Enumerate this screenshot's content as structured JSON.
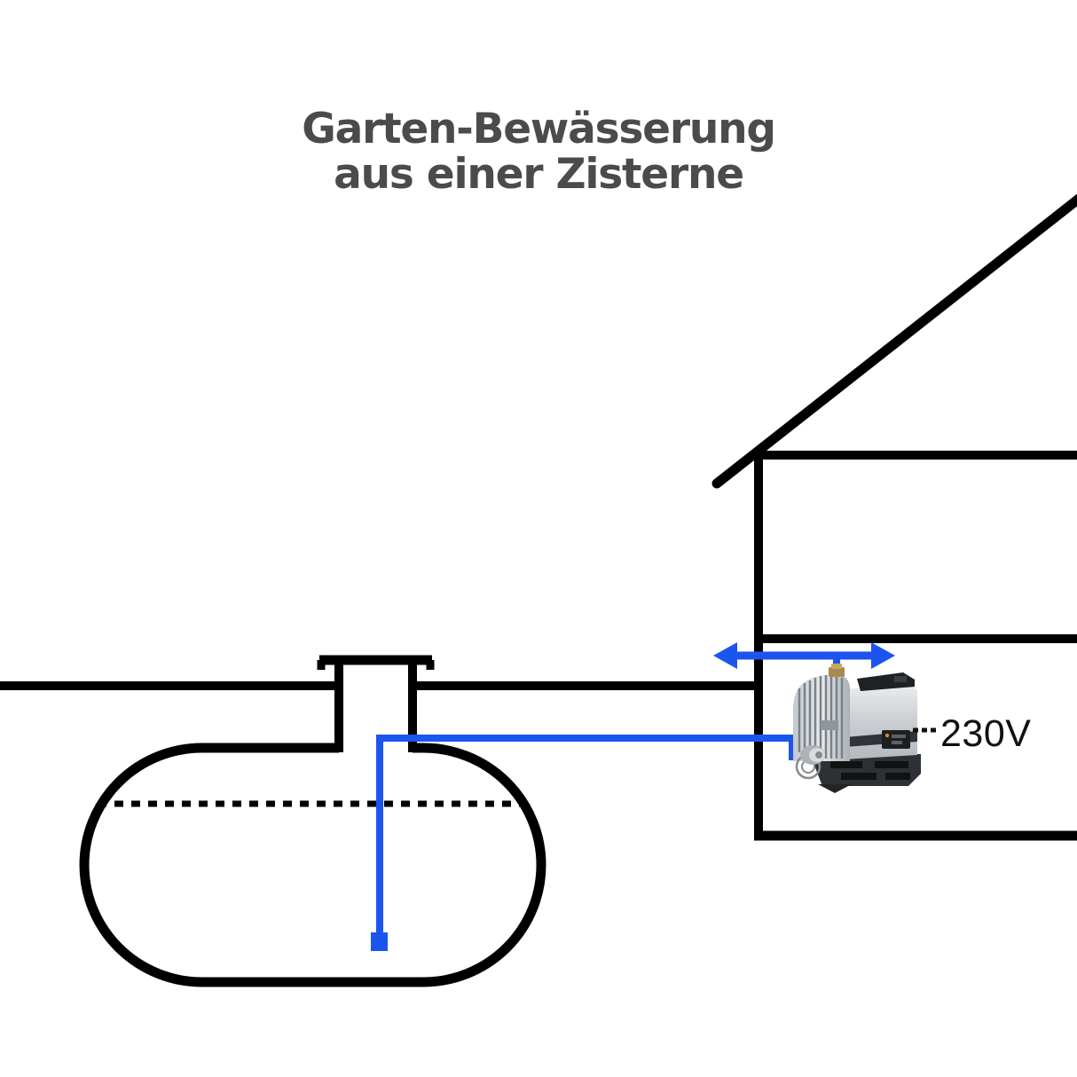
{
  "title": {
    "line1": "Garten-Bewässerung",
    "line2": "aus einer Zisterne"
  },
  "pump": {
    "voltage_label": "230V"
  },
  "icons": {
    "flow_arrow": "double-headed-horizontal-arrow",
    "foot_valve": "blue-square-foot-valve",
    "pump": "domestic-waterworks-pump-photo"
  },
  "colors": {
    "pipe_blue": "#1C55EE",
    "line_black": "#000000",
    "title_gray": "#4B4B4B",
    "label_black": "#111111"
  }
}
